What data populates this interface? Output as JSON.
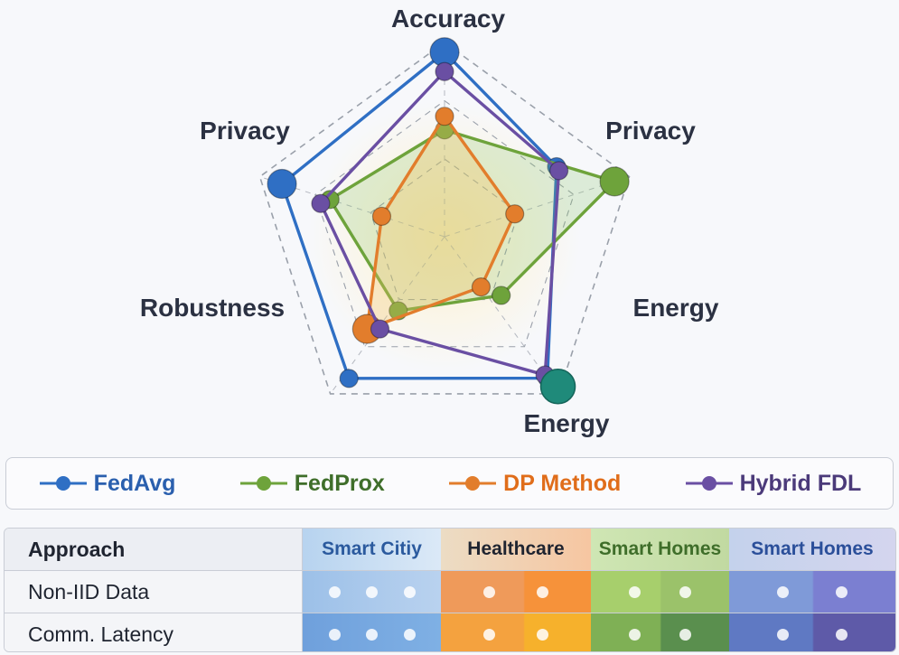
{
  "chart_data": {
    "type": "radar",
    "axes": [
      "Accuracy",
      "Privacy",
      "Energy",
      "Robustness",
      "Privacy",
      "Energy"
    ],
    "axis_label_list": [
      {
        "text": "Accuracy"
      },
      {
        "text": "Privacy"
      },
      {
        "text": "Energy"
      },
      {
        "text": "Energy"
      },
      {
        "text": "Robustness"
      },
      {
        "text": "Privacy"
      }
    ],
    "range": [
      0,
      1
    ],
    "series": [
      {
        "name": "FedAvg",
        "color": "#2f6fc4",
        "points": [
          [
            0.95,
            0
          ],
          [
            0.68,
            58
          ],
          [
            0.9,
            144
          ],
          [
            0.88,
            214
          ],
          [
            0.88,
            288
          ]
        ]
      },
      {
        "name": "FedProx",
        "color": "#6ea33b",
        "points": [
          [
            0.55,
            0
          ],
          [
            0.92,
            72
          ],
          [
            0.42,
            136
          ],
          [
            0.45,
            212
          ],
          [
            0.62,
            288
          ]
        ]
      },
      {
        "name": "DP Method",
        "color": "#e27d2c",
        "points": [
          [
            0.62,
            0
          ],
          [
            0.38,
            72
          ],
          [
            0.32,
            144
          ],
          [
            0.62,
            220
          ],
          [
            0.34,
            288
          ]
        ]
      },
      {
        "name": "Hybrid FDL",
        "color": "#6a4fa3",
        "points": [
          [
            0.85,
            0
          ],
          [
            0.68,
            60
          ],
          [
            0.88,
            144
          ],
          [
            0.58,
            215
          ],
          [
            0.66,
            285
          ]
        ]
      }
    ],
    "grid": true,
    "legend_position": "bottom"
  },
  "legend": [
    {
      "label": "FedAvg",
      "color": "#2f6fc4",
      "text_color": "#2a5fae"
    },
    {
      "label": "FedProx",
      "color": "#6ea33b",
      "text_color": "#3f6e2a"
    },
    {
      "label": "DP Method",
      "color": "#e27d2c",
      "text_color": "#e06d1a"
    },
    {
      "label": "Hybrid FDL",
      "color": "#6a4fa3",
      "text_color": "#4b3a7a"
    }
  ],
  "table": {
    "header": "Approach",
    "columns": [
      {
        "label": "Smart Citiy",
        "color": "#2b5a9e"
      },
      {
        "label": "Healthcare",
        "color": "#1f2430"
      },
      {
        "label": "Smart Homes",
        "color": "#3f6e2a"
      },
      {
        "label": "Smart Homes",
        "color": "#2b4f9a"
      }
    ],
    "rows": [
      {
        "label": "Non-IID Data"
      },
      {
        "label": "Comm. Latency"
      }
    ]
  }
}
